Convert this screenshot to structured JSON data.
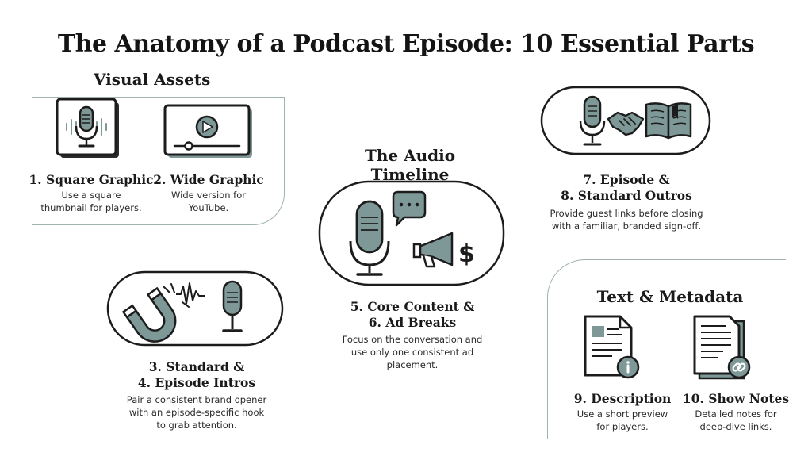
{
  "title": "The Anatomy of a Podcast Episode: 10 Essential Parts",
  "sections": {
    "visual_assets": "Visual Assets",
    "audio_timeline": "The Audio Timeline",
    "text_metadata": "Text & Metadata"
  },
  "items": {
    "square_graphic": {
      "heading": "1. Square Graphic",
      "desc_1": "Use a square",
      "desc_2": "thumbnail for players."
    },
    "wide_graphic": {
      "heading": "2. Wide Graphic",
      "desc_1": "Wide version for",
      "desc_2": "YouTube."
    },
    "intros": {
      "heading_1": "3. Standard &",
      "heading_2": "4. Episode Intros",
      "desc_1": "Pair a consistent brand opener",
      "desc_2": "with an episode-specific hook",
      "desc_3": "to grab attention."
    },
    "core": {
      "heading_1": "5. Core Content &",
      "heading_2": "6. Ad Breaks",
      "desc_1": "Focus on the conversation and",
      "desc_2": "use only one consistent ad",
      "desc_3": "placement."
    },
    "outros": {
      "heading_1": "7. Episode &",
      "heading_2": "8. Standard Outros",
      "desc_1": "Provide guest links before closing",
      "desc_2": "with a familiar, branded sign-off."
    },
    "description": {
      "heading": "9. Description",
      "desc_1": "Use a short preview",
      "desc_2": "for players."
    },
    "show_notes": {
      "heading": "10. Show Notes",
      "desc_1": "Detailed notes for",
      "desc_2": "deep-dive links."
    }
  },
  "glyphs": {
    "dollar": "$"
  },
  "colors": {
    "accent": "#7d9896",
    "ink": "#1c1c1c",
    "frame": "#9fb3b1"
  },
  "icons": [
    "microphone-icon",
    "play-icon",
    "magnet-icon",
    "soundwave-icon",
    "chat-bubble-icon",
    "megaphone-icon",
    "dollar-icon",
    "handshake-icon",
    "book-icon",
    "document-info-icon",
    "document-link-icon"
  ]
}
